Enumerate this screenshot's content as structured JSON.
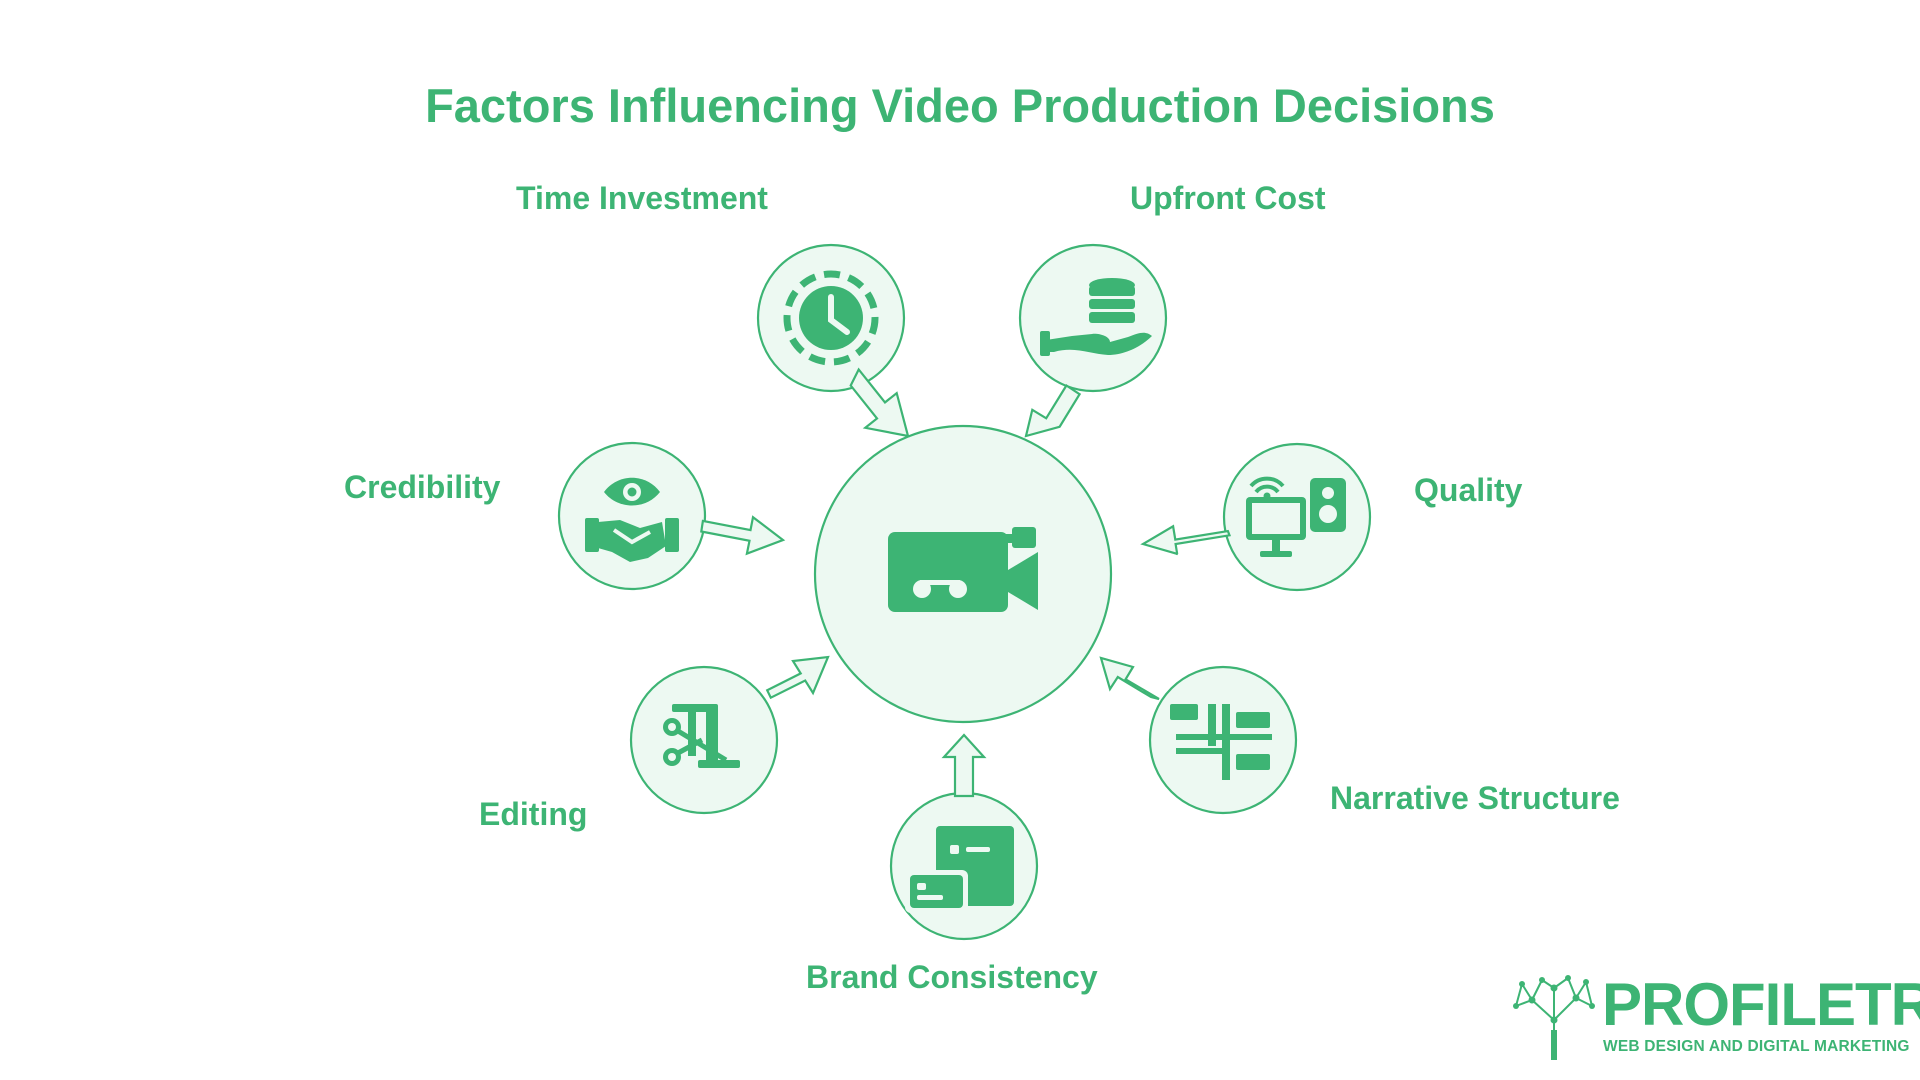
{
  "diagram": {
    "title": "Factors Influencing Video Production Decisions",
    "center": {
      "icon": "video-camera-icon"
    },
    "factors": [
      {
        "id": "time-investment",
        "label": "Time Investment",
        "icon": "clock-icon"
      },
      {
        "id": "upfront-cost",
        "label": "Upfront Cost",
        "icon": "coins-in-hand-icon"
      },
      {
        "id": "credibility",
        "label": "Credibility",
        "icon": "eye-handshake-icon"
      },
      {
        "id": "quality",
        "label": "Quality",
        "icon": "computer-speaker-icon"
      },
      {
        "id": "editing",
        "label": "Editing",
        "icon": "scissors-film-icon"
      },
      {
        "id": "brand-consistency",
        "label": "Brand Consistency",
        "icon": "brand-cards-icon"
      },
      {
        "id": "narrative-structure",
        "label": "Narrative Structure",
        "icon": "flow-structure-icon"
      }
    ]
  },
  "logo": {
    "wordmark": "PROFILETREE",
    "tagline": "WEB DESIGN AND DIGITAL MARKETING",
    "icon": "tree-network-icon"
  },
  "colors": {
    "accent": "#3db474",
    "circle_fill": "#edf9f2",
    "stroke": "#3db474",
    "background": "#ffffff"
  }
}
